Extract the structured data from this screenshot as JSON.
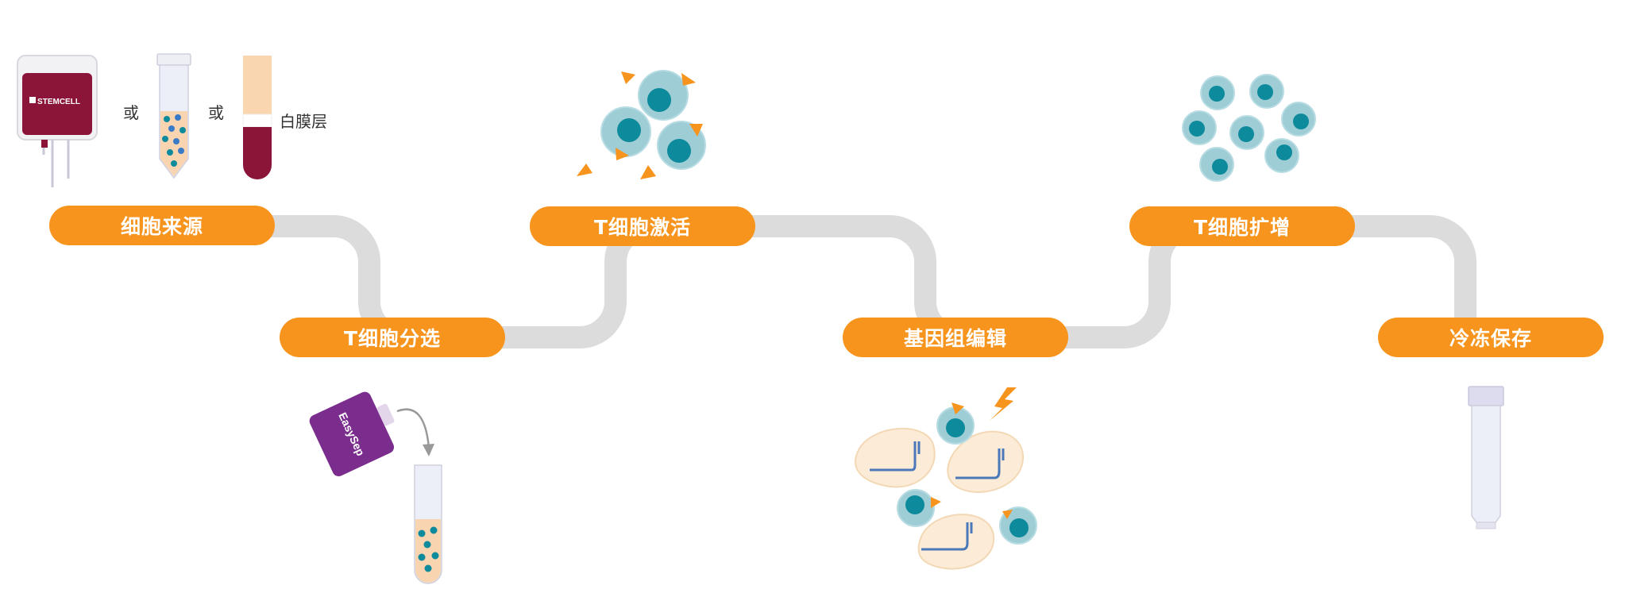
{
  "colors": {
    "pill": "#F7941D",
    "track": "#DCDCDC",
    "cell_body": "#9FCDD6",
    "cell_nucleus": "#0D8A9B",
    "accent_triangle": "#F7941D",
    "blood_bag": "#8B1538",
    "easysep": "#7B2D8E",
    "target_cell_body": "#FCEBD6"
  },
  "stages": [
    {
      "label": "细胞来源"
    },
    {
      "label": "T细胞分选"
    },
    {
      "label": "T细胞激活"
    },
    {
      "label": "基因组编辑"
    },
    {
      "label": "T细胞扩增"
    },
    {
      "label": "冷冻保存"
    }
  ],
  "source": {
    "or_1": "或",
    "or_2": "或",
    "buffy_coat": "白膜层",
    "bag_brand": "STEMCELL"
  },
  "separation": {
    "product": "EasySep"
  },
  "icons": [
    "blood-bag-icon",
    "cell-tube-icon",
    "blood-tube-icon",
    "easysep-magnet-icon",
    "curved-arrow-icon",
    "isolated-cells-tube-icon",
    "activated-cells-icon",
    "gene-editing-cells-icon",
    "lightning-icon",
    "expanded-cells-icon",
    "cryovial-icon"
  ]
}
